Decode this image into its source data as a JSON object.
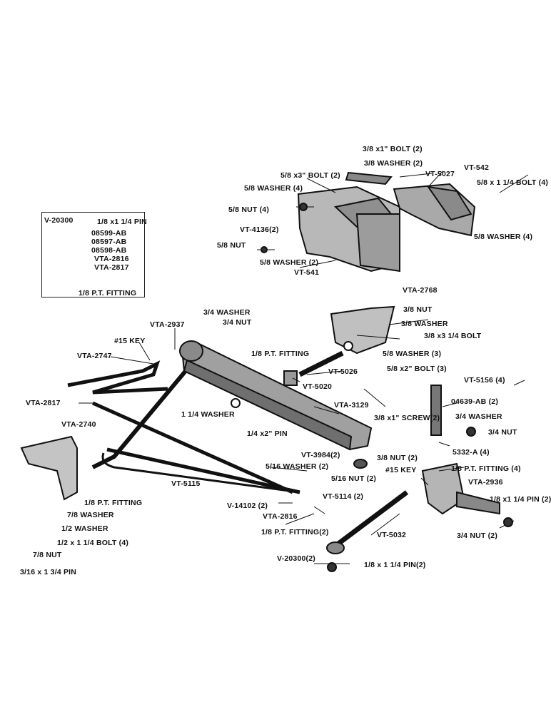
{
  "diagram": {
    "labels": {
      "bolt_3_8x1": "3/8 x1\" BOLT (2)",
      "washer_3_8_top": "3/8 WASHER (2)",
      "vt5027": "VT-5027",
      "vt542": "VT-542",
      "bolt_5_8x3": "5/8 x3\" BOLT (2)",
      "washer_5_8_4": "5/8 WASHER (4)",
      "nut_5_8_4": "5/8 NUT (4)",
      "bolt_5_8x1_14": "5/8 x 1 1/4 BOLT (4)",
      "washer_5_8_right": "5/8 WASHER (4)",
      "vt4136": "VT-4136(2)",
      "nut_5_8": "5/8 NUT",
      "washer_5_8_2": "5/8 WASHER (2)",
      "vt541": "VT-541",
      "inset_v20300": "V-20300",
      "inset_pin": "1/8 x1 1/4 PIN",
      "inset_08599": "08599-AB",
      "inset_08597": "08597-AB",
      "inset_08598": "08598-AB",
      "inset_vta2816": "VTA-2816",
      "inset_vta2817": "VTA-2817",
      "inset_fitting": "1/8 P.T. FITTING",
      "vta2768": "VTA-2768",
      "nut_3_8_a": "3/8 NUT",
      "washer_3_8_a": "3/8 WASHER",
      "bolt_3_8x3_14": "3/8 x3 1/4 BOLT",
      "washer_3_4": "3/4 WASHER",
      "nut_3_4": "3/4 NUT",
      "vta2937": "VTA-2937",
      "key15": "#15 KEY",
      "vta2747": "VTA-2747",
      "pt_fitting_1": "1/8 P.T. FITTING",
      "vt5026": "VT-5026",
      "washer_5_8_3": "5/8 WASHER (3)",
      "bolt_5_8x2": "5/8 x2\" BOLT (3)",
      "vt5020": "VT-5020",
      "vt5156": "VT-5156 (4)",
      "vta2817": "VTA-2817",
      "washer_1_14": "1 1/4 WASHER",
      "part04639": "04639-AB (2)",
      "vta3129": "VTA-3129",
      "vta2740": "VTA-2740",
      "pin_1_4x2": "1/4 x2\" PIN",
      "screw_3_8x1": "3/8 x1\" SCREW(2)",
      "washer_3_4_b": "3/4 WASHER",
      "nut_3_4_b": "3/4 NUT",
      "nut_3_8_2": "3/8 NUT (2)",
      "part5332": "5332-A (4)",
      "vt3984": "VT-3984(2)",
      "washer_5_16": "5/16 WASHER (2)",
      "nut_5_16": "5/16 NUT (2)",
      "key15_b": "#15 KEY",
      "fitting_4": "1/8 P.T. FITTING (4)",
      "vta2936": "VTA-2936",
      "vt5115": "VT-5115",
      "pt_fitting_2": "1/8 P.T. FITTING",
      "v14102": "V-14102 (2)",
      "vt5114": "VT-5114 (2)",
      "pin_1_8x1_14_a": "1/8 x1 1/4 PIN (2)",
      "washer_7_8": "7/8 WASHER",
      "washer_1_2": "1/2 WASHER",
      "vta2816": "VTA-2816",
      "fitting_2": "1/8 P.T. FITTING(2)",
      "bolt_1_2x1_14": "1/2 x 1 1/4 BOLT (4)",
      "vt5032": "VT-5032",
      "nut_3_4_2": "3/4 NUT (2)",
      "nut_7_8": "7/8 NUT",
      "v20300_2": "V-20300(2)",
      "pin_3_16": "3/16 x 1 3/4 PIN",
      "pin_1_8x1_14_b": "1/8 x 1 1/4 PIN(2)"
    }
  }
}
